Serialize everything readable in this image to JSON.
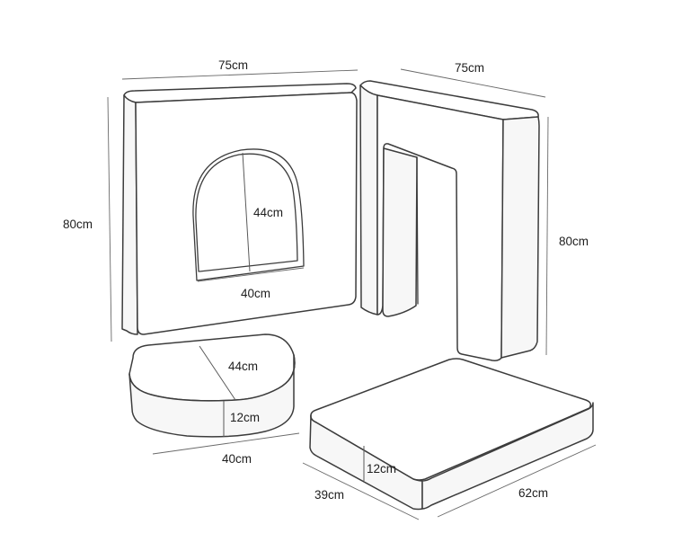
{
  "labels": {
    "wall_left_width": "75cm",
    "wall_right_width": "75cm",
    "wall_left_height": "80cm",
    "wall_right_height": "80cm",
    "arch_height": "44cm",
    "arch_width": "40cm",
    "semicircle_depth": "44cm",
    "semicircle_thickness": "12cm",
    "semicircle_width": "40cm",
    "mat_thickness": "12cm",
    "mat_depth": "39cm",
    "mat_length": "62cm"
  },
  "colors": {
    "stroke": "#3c3c3c",
    "dimension_line": "#6a6a6a",
    "text": "#1e1e1e",
    "background": "#ffffff"
  }
}
